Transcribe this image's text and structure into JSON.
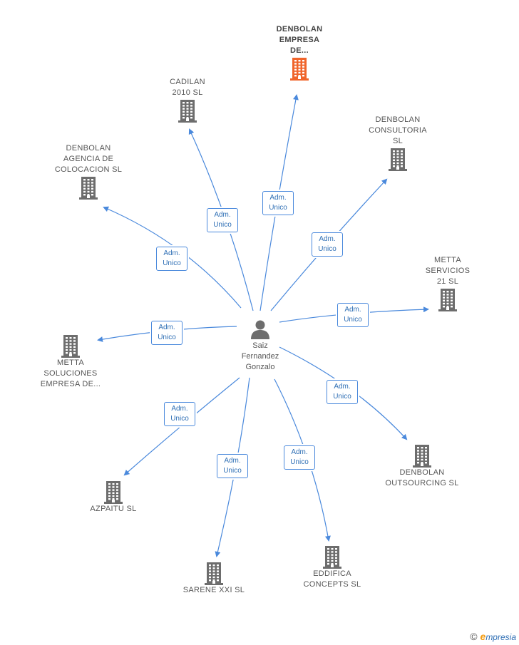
{
  "center": {
    "name": "Saiz\nFernandez\nGonzalo",
    "icon": "person-icon"
  },
  "relation_label": {
    "line1": "Adm.",
    "line2": "Unico"
  },
  "companies": [
    {
      "id": "denbolan-empresa",
      "label": "DENBOLAN\nEMPRESA\nDE...",
      "highlight": true
    },
    {
      "id": "cadilan",
      "label": "CADILAN\n2010 SL",
      "highlight": false
    },
    {
      "id": "denbolan-consultoria",
      "label": "DENBOLAN\nCONSULTORIA\nSL",
      "highlight": false
    },
    {
      "id": "denbolan-agencia",
      "label": "DENBOLAN\nAGENCIA DE\nCOLOCACION SL",
      "highlight": false
    },
    {
      "id": "metta-servicios",
      "label": "METTA\nSERVICIOS\n21  SL",
      "highlight": false
    },
    {
      "id": "metta-soluciones",
      "label": "METTA\nSOLUCIONES\nEMPRESA DE...",
      "highlight": false
    },
    {
      "id": "azpaitu",
      "label": "AZPAITU SL",
      "highlight": false
    },
    {
      "id": "sarene",
      "label": "SARENE XXI SL",
      "highlight": false
    },
    {
      "id": "eddifica",
      "label": "EDDIFICA\nCONCEPTS SL",
      "highlight": false
    },
    {
      "id": "denbolan-outsourcing",
      "label": "DENBOLAN\nOUTSOURCING SL",
      "highlight": false
    }
  ],
  "colors": {
    "edge": "#4a89dc",
    "building": "#6d6d6d",
    "building_highlight": "#f0642b",
    "person": "#6d6d6d"
  },
  "brand": {
    "copyright": "©",
    "e": "e",
    "rest": "mpresia"
  }
}
